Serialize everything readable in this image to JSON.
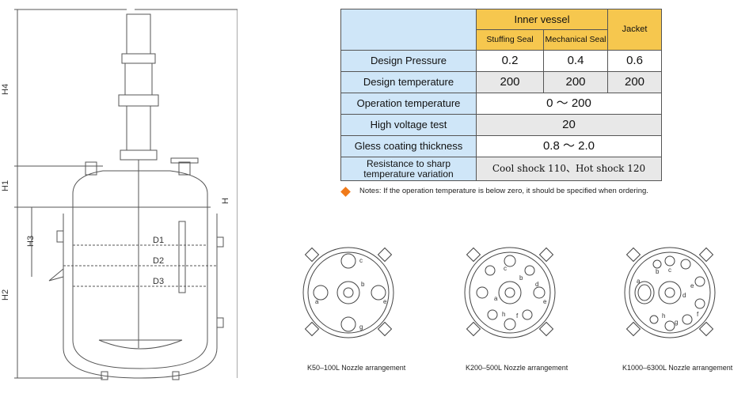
{
  "drawing": {
    "dimensions": [
      "H4",
      "H1",
      "H3",
      "H2",
      "H",
      "D1",
      "D2",
      "D3"
    ]
  },
  "table": {
    "header_inner_vessel": "Inner vessel",
    "header_jacket": "Jacket",
    "sub_stuffing_seal": "Stuffing Seal",
    "sub_mechanical_seal": "Mechanical Seal",
    "rows": [
      {
        "label": "Design Pressure",
        "stuffing": "0.2",
        "mechanical": "0.4",
        "jacket": "0.6"
      },
      {
        "label": "Design temperature",
        "stuffing": "200",
        "mechanical": "200",
        "jacket": "200"
      },
      {
        "label": "Operation temperature",
        "value": "0 ～ 200"
      },
      {
        "label": "High voltage test",
        "value": "20"
      },
      {
        "label": "Gless coating thickness",
        "value": "0.8 ～ 2.0"
      },
      {
        "label": "Resistance to sharp temperature variation",
        "value": "Cool shock 110、Hot shock 120"
      }
    ]
  },
  "note": {
    "text": "Notes: If the operation temperature is below zero, it should be specified when ordering."
  },
  "nozzle_diagrams": [
    {
      "caption": "K50–100L  Nozzle arrangement",
      "letters": [
        "c",
        "b",
        "a",
        "e",
        "g"
      ]
    },
    {
      "caption": "K200–500L  Nozzle arrangement",
      "letters": [
        "c",
        "b",
        "d",
        "e",
        "a",
        "h",
        "f"
      ]
    },
    {
      "caption": "K1000–6300L  Nozzle arrangement",
      "letters": [
        "b",
        "c",
        "a",
        "e",
        "d",
        "f",
        "h",
        "g"
      ]
    }
  ],
  "colors": {
    "header": "#f6c74e",
    "label": "#cfe6f8",
    "shade": "#e8e8e8",
    "marker": "#f07a1a"
  }
}
